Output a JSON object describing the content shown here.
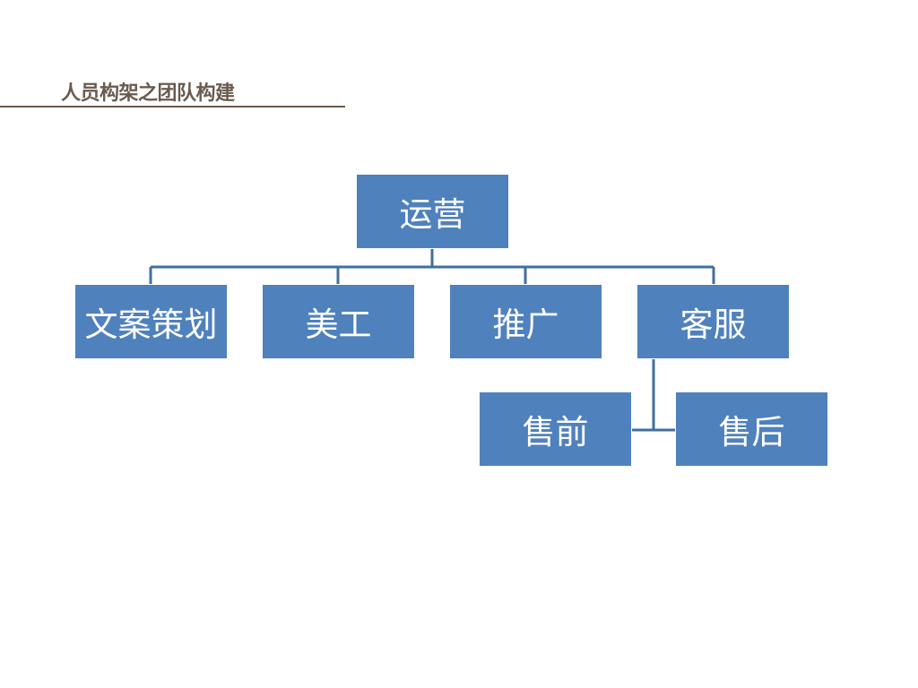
{
  "slide": {
    "title": "人员构架之团队构建"
  },
  "org_chart": {
    "root": "运营",
    "departments": [
      "文案策划",
      "美工",
      "推广",
      "客服"
    ],
    "customer_service_subteams": [
      "售前",
      "售后"
    ]
  },
  "colors": {
    "node_fill": "#4f81bd",
    "node_text": "#ffffff",
    "connector": "#3f6f9f",
    "title_text": "#6b5a4e"
  }
}
